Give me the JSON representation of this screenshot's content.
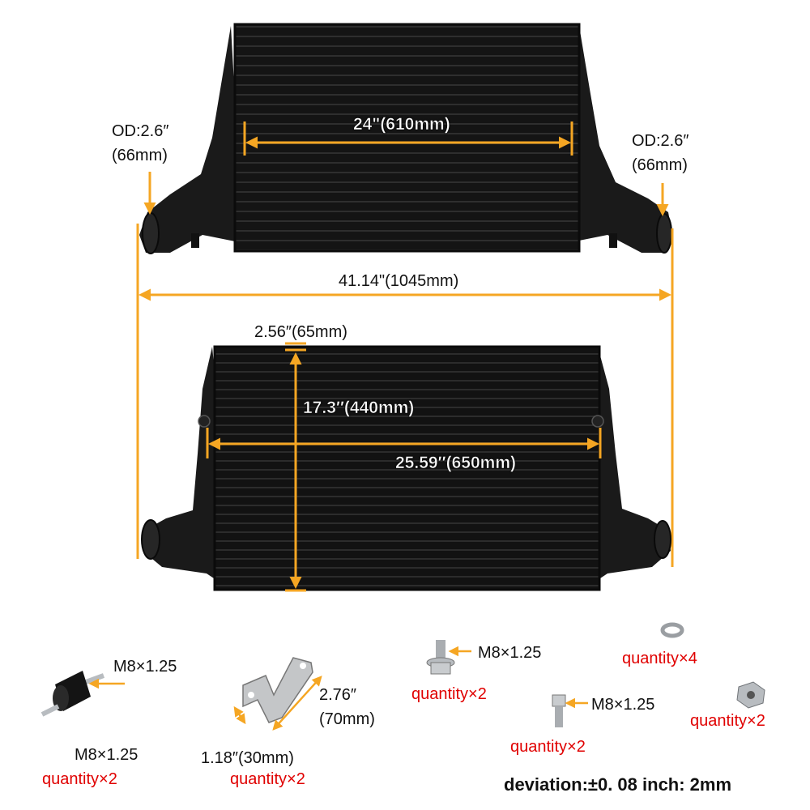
{
  "colors": {
    "dimension": "#f5a623",
    "body": "#151515",
    "fin": "#2a2a2a",
    "quantity": "#e00000",
    "metal": "#b8bcc0"
  },
  "top_view": {
    "inlet_left": "OD:2.6″",
    "inlet_left_mm": "(66mm)",
    "inlet_right": "OD:2.6″",
    "inlet_right_mm": "(66mm)",
    "core_width": "24\"(610mm)",
    "overall_length": "41.14\"(1045mm)"
  },
  "front_view": {
    "core_depth": "2.56″(65mm)",
    "core_height": "17.3″(440mm)",
    "core_length": "25.59″(650mm)"
  },
  "hardware": {
    "rubber_mount": {
      "thread": "M8×1.25",
      "thread_bottom": "M8×1.25",
      "quantity": "quantity×2"
    },
    "bracket": {
      "length": "2.76″",
      "length_mm": "(70mm)",
      "width": "1.18″(30mm)",
      "quantity": "quantity×2"
    },
    "flange_bolt": {
      "thread": "M8×1.25",
      "quantity": "quantity×2"
    },
    "socket_bolt": {
      "thread": "M8×1.25",
      "quantity": "quantity×2"
    },
    "washer": {
      "quantity": "quantity×4"
    },
    "nut": {
      "quantity": "quantity×2"
    }
  },
  "note": "deviation:±0. 08 inch: 2mm"
}
